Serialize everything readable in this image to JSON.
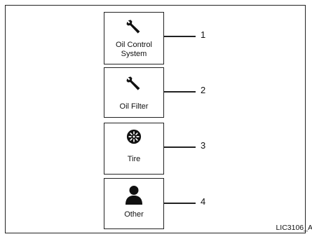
{
  "diagram": {
    "items": [
      {
        "number": "1",
        "label_line1": "Oil Control",
        "label_line2": "System",
        "icon": "wrench-icon"
      },
      {
        "number": "2",
        "label": "Oil Filter",
        "icon": "wrench-icon"
      },
      {
        "number": "3",
        "label": "Tire",
        "icon": "tire-icon"
      },
      {
        "number": "4",
        "label": "Other",
        "icon": "person-icon"
      }
    ],
    "figure_code": "LIC3106_A"
  }
}
